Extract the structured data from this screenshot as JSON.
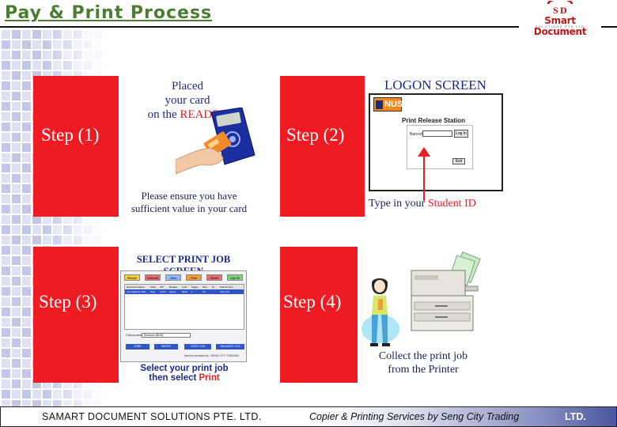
{
  "header": {
    "title": "Pay & Print Process",
    "logo_text": "Smart Document",
    "logo_sub": "SOLUTIONS PTE LTD"
  },
  "steps": [
    {
      "label": "Step (1)",
      "caption_lines": [
        "Placed",
        "your card"
      ],
      "caption_on": "on the",
      "caption_highlight": "READER",
      "caption_bottom": [
        "Please ensure you have",
        "sufficient value in your card"
      ]
    },
    {
      "label": "Step (2)",
      "caption_top": "LOGON SCREEN",
      "screen_logo": "NUS",
      "screen_title": "Print Release Station",
      "field_label": "Barcode",
      "login_button": "Log In",
      "exit_button": "Exit",
      "caption_prefix": "Type in your",
      "caption_highlight": "Student ID"
    },
    {
      "label": "Step (3)",
      "caption_top": "SELECT PRINT JOB SCREEN",
      "toolbar": [
        "Refresh",
        "Select All",
        "View",
        "Print",
        "Delete",
        "Log Off"
      ],
      "columns": [
        "Document Name",
        "Pride",
        "JPY",
        "Rebater",
        "Cost",
        "Pages",
        "Size",
        "St",
        "Submit Time"
      ],
      "row": [
        "test-Software Wiki...",
        "Post",
        "COPY",
        "Space",
        "$040",
        "1",
        "A4",
        "",
        "2/11 2:14"
      ],
      "output_label": "Output pattern",
      "output_value": "Economi (NUS)",
      "action_buttons": [
        "JOBS",
        "PAGES",
        "COST: 0.00",
        "BALANCE: 0.00"
      ],
      "service_note": "Service provided by : SENG CITY TRADING",
      "caption_bottom_line1": "Select your print job",
      "caption_bottom_prefix": "then select",
      "caption_highlight": "Print"
    },
    {
      "label": "Step (4)",
      "caption_bottom": [
        "Collect the print job",
        "from the Printer"
      ]
    }
  ],
  "footer": {
    "left": "SAMART DOCUMENT SOLUTIONS PTE. LTD.",
    "right": "Copier & Printing Services by Seng City Trading",
    "suffix": "LTD."
  },
  "colors": {
    "accent_red": "#ee1b23",
    "title_green": "#4a7d32",
    "caption_blue": "#1a2a8c"
  }
}
